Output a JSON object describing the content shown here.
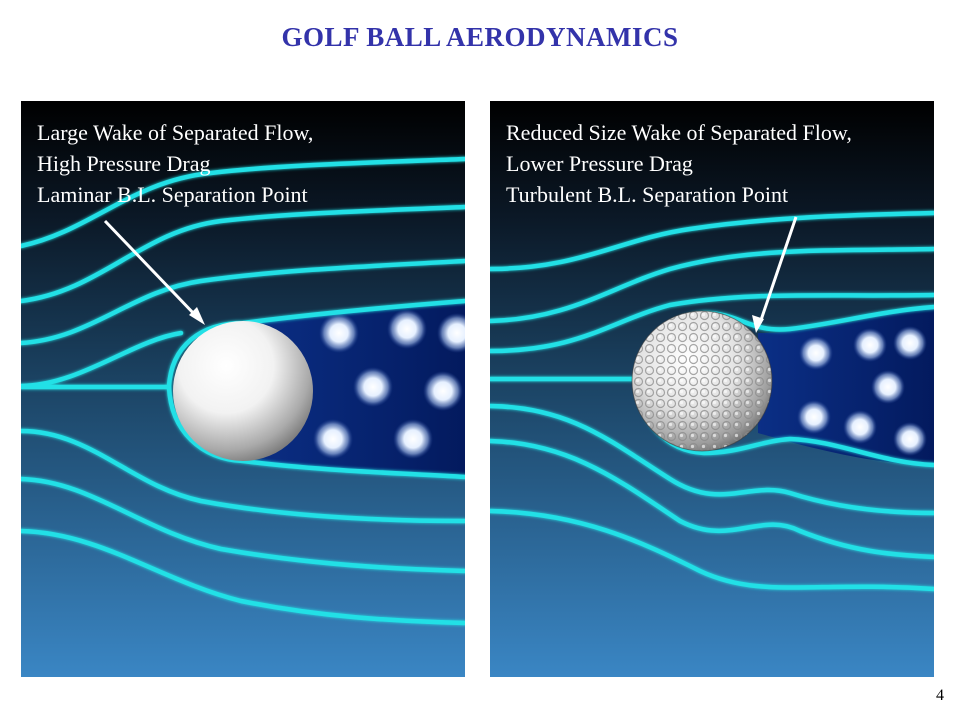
{
  "slide": {
    "title": "GOLF BALL AERODYNAMICS",
    "page_number": "4"
  },
  "panels": [
    {
      "lines": [
        "Large Wake of Separated Flow,",
        "High Pressure Drag",
        "Laminar B.L. Separation Point"
      ],
      "ball": "smooth-ball",
      "wake": "large"
    },
    {
      "lines": [
        "Reduced Size Wake of Separated Flow,",
        "Lower Pressure Drag",
        "Turbulent B.L. Separation Point"
      ],
      "ball": "dimpled-ball",
      "wake": "reduced"
    }
  ],
  "colors": {
    "title": "#3333aa",
    "streamline": "#22e0e6",
    "background_top": "#000000",
    "background_bottom": "#3a86c4",
    "wake": "#0a2f86",
    "text": "#ffffff",
    "arrow": "#ffffff"
  }
}
